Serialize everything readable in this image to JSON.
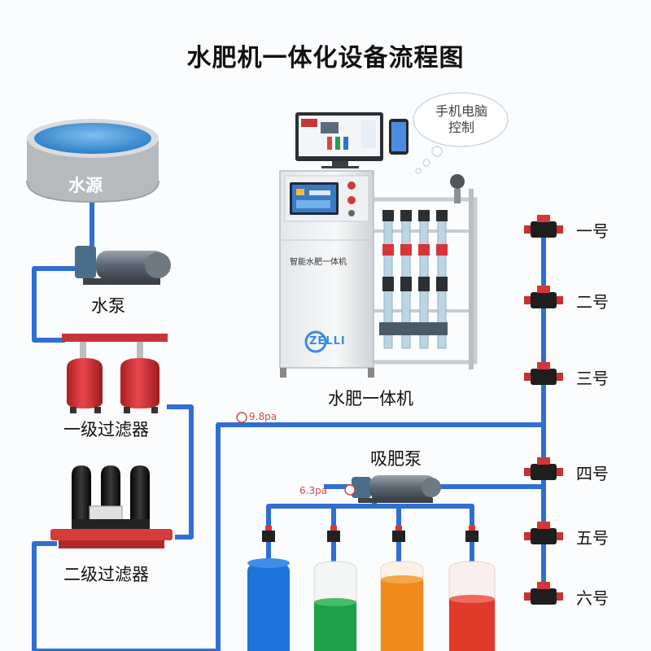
{
  "title": "水肥机一体化设备流程图",
  "components": {
    "water_source": "水源",
    "water_pump": "水泵",
    "primary_filter": "一级过滤器",
    "secondary_filter": "二级过滤器",
    "integrated_machine": "水肥一体机",
    "machine_panel_label": "智能水肥一体机",
    "brand_logo": "ZELLI",
    "fertilizer_pump": "吸肥泵"
  },
  "control": {
    "line1": "手机电脑",
    "line2": "控制"
  },
  "pressure": {
    "main_line": "9.8pa",
    "fertilizer_line": "6.3pa"
  },
  "zones": [
    "一号",
    "二号",
    "三号",
    "四号",
    "五号",
    "六号"
  ],
  "colors": {
    "pipe": "#2f6fd3",
    "tank_blue": "#1e73d8",
    "tank_green": "#1ea04a",
    "tank_orange": "#f08a1a",
    "tank_red": "#e03a2a",
    "filter_red": "#d43a3a",
    "filter_black": "#1c1c1c"
  }
}
